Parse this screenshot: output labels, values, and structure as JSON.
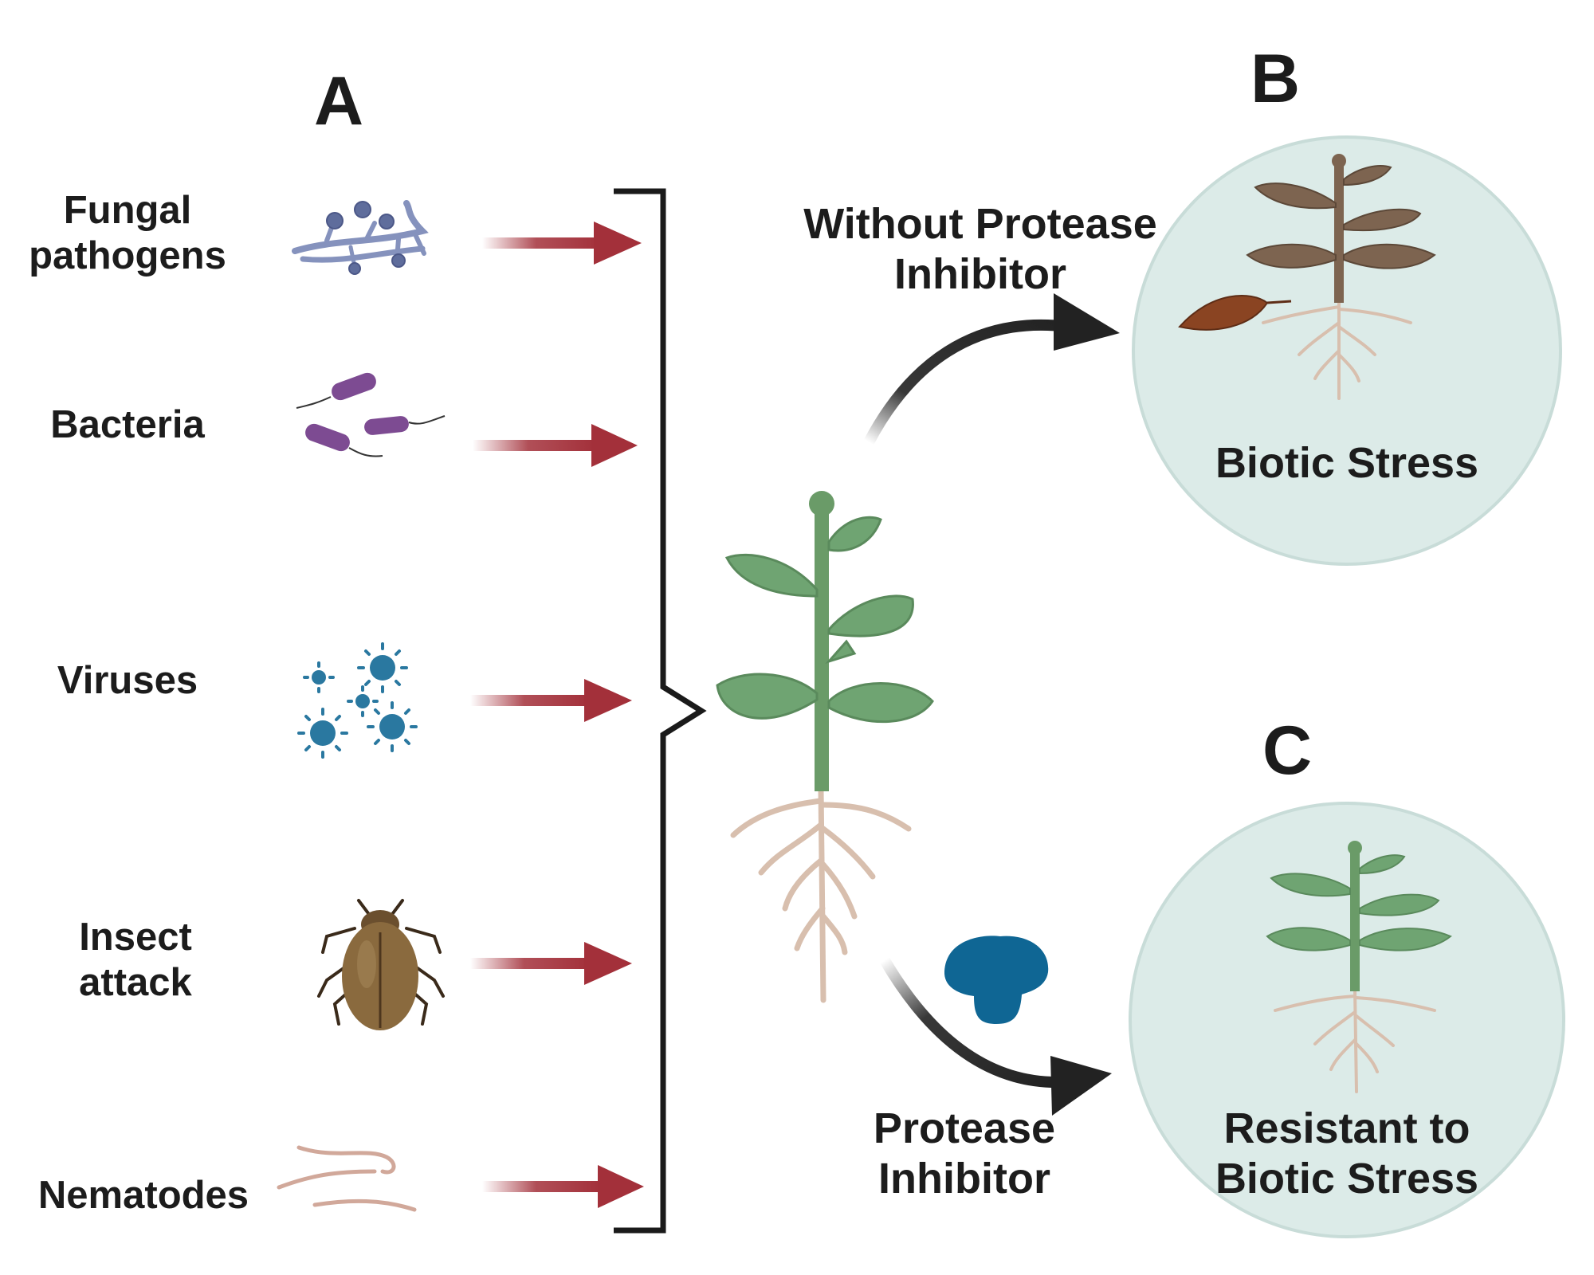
{
  "panels": {
    "a": "A",
    "b": "B",
    "c": "C"
  },
  "sources": [
    {
      "line1": "Fungal",
      "line2": "pathogens",
      "icon": "fungal-hyphae-icon"
    },
    {
      "line1": "Bacteria",
      "line2": "",
      "icon": "bacteria-icon"
    },
    {
      "line1": "Viruses",
      "line2": "",
      "icon": "virus-icon"
    },
    {
      "line1": "Insect",
      "line2": "attack",
      "icon": "beetle-icon"
    },
    {
      "line1": "Nematodes",
      "line2": "",
      "icon": "nematode-icon"
    }
  ],
  "branches": {
    "without": {
      "line1": "Without Protease",
      "line2": "Inhibitor"
    },
    "with": {
      "line1": "Protease",
      "line2": "Inhibitor"
    }
  },
  "outcomes": {
    "b": {
      "line1": "Biotic Stress",
      "line2": ""
    },
    "c": {
      "line1": "Resistant to",
      "line2": "Biotic Stress"
    }
  },
  "colors": {
    "arrow_red": "#a3303a",
    "bracket": "#1a1a1a",
    "circle_fill": "#dcebe8",
    "circle_stroke": "#c8dcd8",
    "stem_green": "#6a9b68",
    "leaf_green": "#6fa472",
    "root_tan": "#d8bfae",
    "wilted_brown": "#7d6450",
    "inhibitor_blue": "#0f6694",
    "virus_blue": "#2a78a0",
    "bacteria_purple": "#7d4b92",
    "fungus_blue": "#8592bd"
  }
}
